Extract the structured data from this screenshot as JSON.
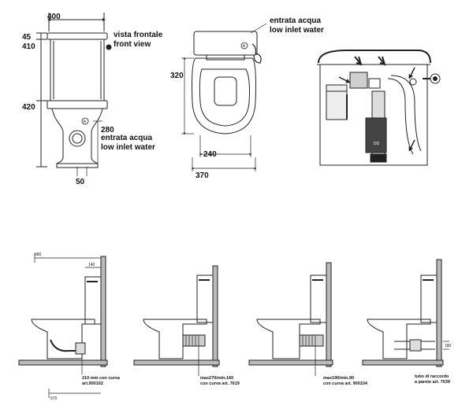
{
  "front_view": {
    "width_dim": "400",
    "top_dim": "45",
    "tank_dim": "410",
    "bowl_dim": "420",
    "inlet_height_dim": "280",
    "outlet_dim": "50",
    "label_it": "vista frontale",
    "label_en": "front view",
    "inlet_it": "entrata acqua",
    "inlet_en": "low inlet water",
    "marker": "A"
  },
  "top_view": {
    "depth_dim": "320",
    "seat_width_dim": "240",
    "total_width_dim": "370",
    "inlet_it": "entrata acqua",
    "inlet_en": "low inlet water",
    "marker": "A"
  },
  "cutaway": {
    "label_dd": "DD"
  },
  "installations": [
    {
      "id": "side-1",
      "top_dim": "680",
      "tank_dim": "140",
      "bottom_dim": "570",
      "caption": [
        "210 mm con curva",
        "art.900102"
      ]
    },
    {
      "id": "side-2",
      "caption": [
        "max270/min.160",
        "con curva art. 7619"
      ]
    },
    {
      "id": "side-3",
      "caption": [
        "max190/min.90",
        "con curva art. 900104"
      ]
    },
    {
      "id": "side-4",
      "height_dim": "180",
      "caption": [
        "tubo di raccordo",
        "a parete art. 7539"
      ]
    }
  ]
}
